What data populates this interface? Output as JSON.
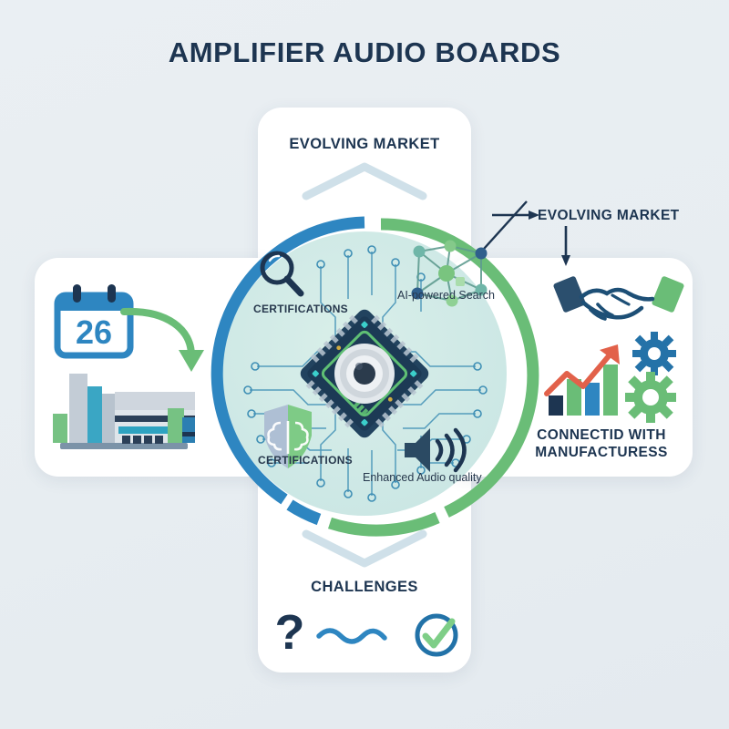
{
  "header": {
    "title": "AMPLIFIER AUDIO BOARDS"
  },
  "theme": {
    "background": "#e9eef2",
    "panel": "#ffffff",
    "title_color": "#1d3551",
    "accent_blue": "#2e86c1",
    "accent_dark_blue": "#1d4f76",
    "accent_green": "#6abd77",
    "accent_red": "#e2614a",
    "circle_fill": "#cfe9e6"
  },
  "panels": {
    "top": {
      "label": "EVOLVING MARKET",
      "icon": "chevron-up-icon"
    },
    "bottom": {
      "label": "CHALLENGES",
      "icons": [
        "question-mark-icon",
        "wavy-line-icon",
        "check-circle-icon"
      ]
    },
    "left": {
      "label": "",
      "calendar_day": "26",
      "icons": [
        "calendar-icon",
        "curved-arrow-icon",
        "factory-building-icon"
      ]
    },
    "right": {
      "label": "CONNECTID WITH\nMANUFACTURESS",
      "label_line1": "CONNECTID WITH",
      "label_line2": "MANUFACTURESS",
      "icons": [
        "handshake-icon",
        "bar-chart-growth-icon",
        "gear-icon-blue",
        "gear-icon-green"
      ]
    }
  },
  "flow": {
    "right_label": "EVOLVING MARKET",
    "connectors": [
      "diagonal-line",
      "arrow-right",
      "arrow-down"
    ]
  },
  "center": {
    "chip_icon": "audio-amplifier-chip-icon",
    "items": [
      {
        "position": "top-left",
        "label": "CERTIFICATIONS",
        "icon": "magnifier-icon"
      },
      {
        "position": "top-right",
        "label": "AI-powered Search",
        "icon": "network-nodes-icon"
      },
      {
        "position": "bottom-left",
        "label": "CERTIFICATIONS",
        "icon": "shield-puzzle-icon"
      },
      {
        "position": "bottom-right",
        "label": "Enhanced Audio quality",
        "icon": "speaker-sound-icon"
      }
    ],
    "ring": {
      "left_arc_color": "#2e86c1",
      "right_arc_color": "#6abd77"
    }
  }
}
